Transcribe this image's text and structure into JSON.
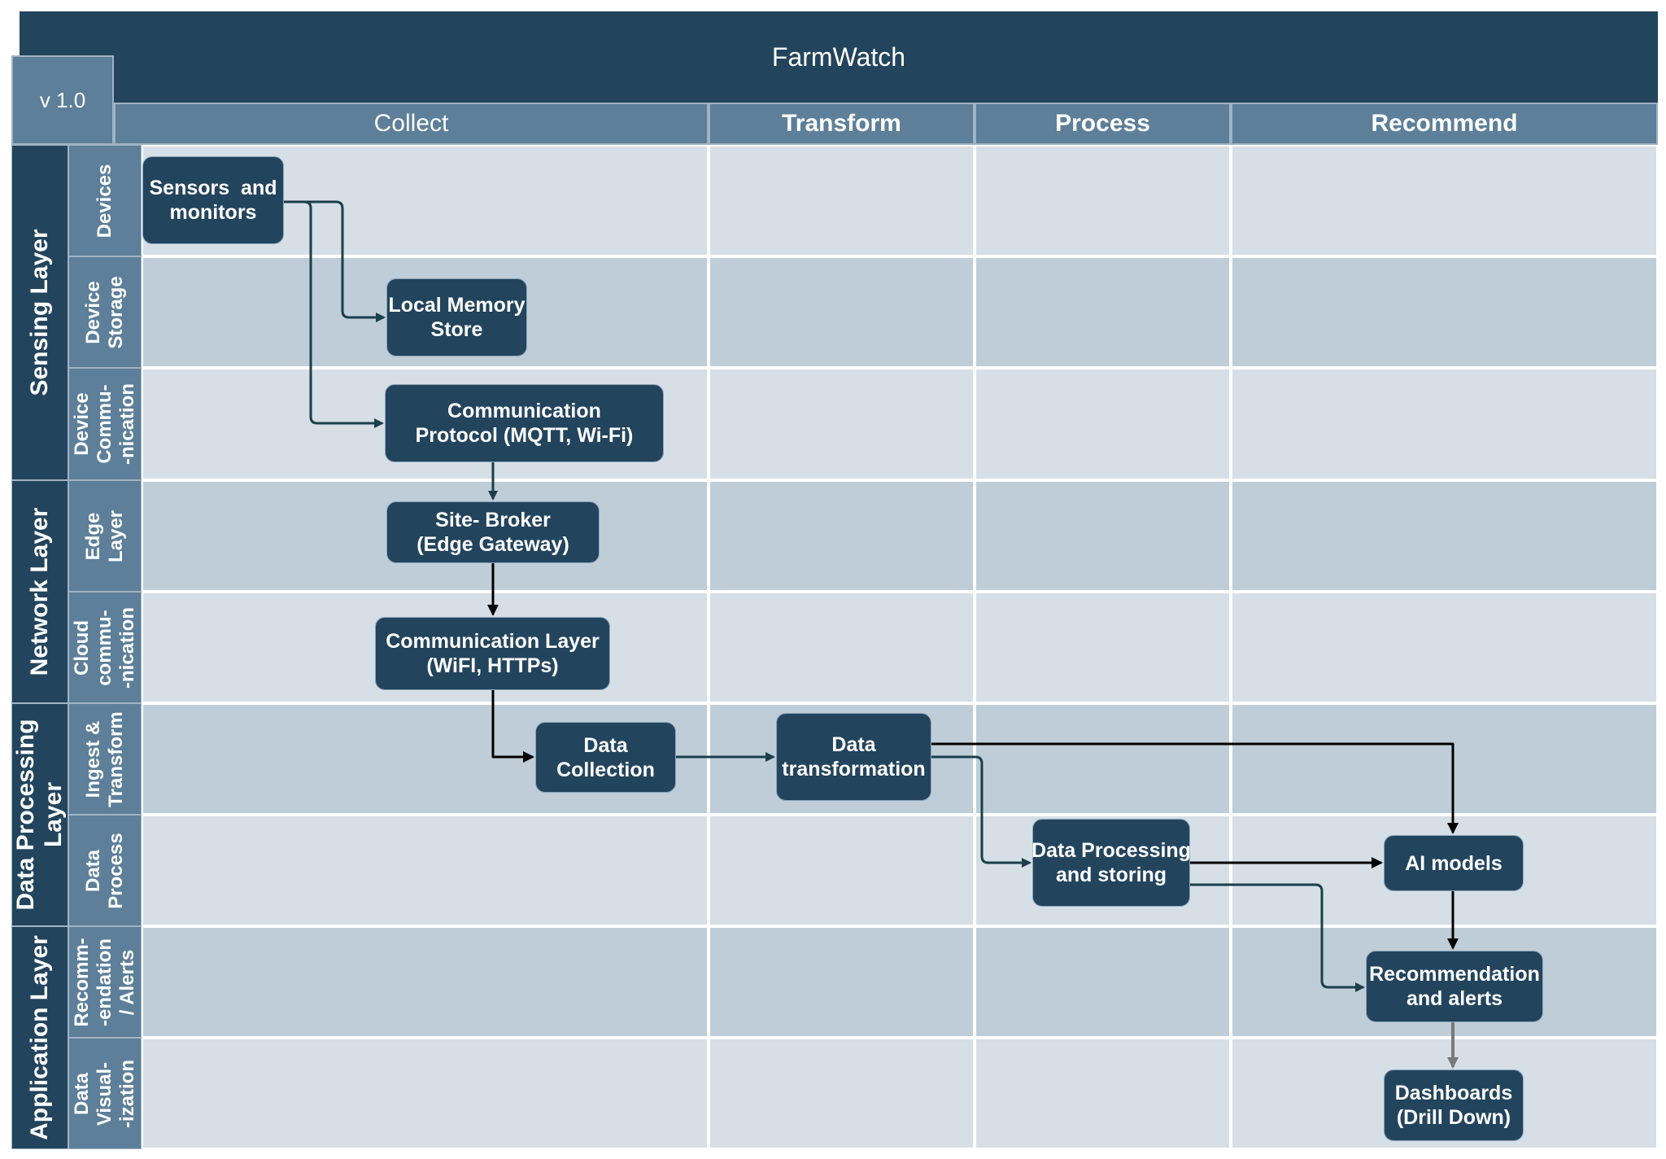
{
  "title": "FarmWatch",
  "version": "v 1.0",
  "columns": [
    "Collect",
    "Transform",
    "Process",
    "Recommend"
  ],
  "layers": [
    "Sensing Layer",
    "Network Layer",
    "Data Processing\nLayer",
    "Application Layer"
  ],
  "sublanes": [
    "Devices",
    "Device\nStorage",
    "Device\nCommu-\n-nication",
    "Edge\nLayer",
    "Cloud\ncommu-\n-nication",
    "Ingest &\nTransform",
    "Data\nProcess",
    "Recomm-\n-endation\n/ Alerts",
    "Data\nVisual-\n-ization"
  ],
  "nodes": {
    "sensors": "Sensors  and\nmonitors",
    "local_memory": "Local Memory\nStore",
    "comm_protocol": "Communication\nProtocol (MQTT, Wi-Fi)",
    "site_broker": "Site- Broker\n(Edge Gateway)",
    "comm_layer": "Communication Layer\n(WiFI, HTTPs)",
    "data_collection": "Data\nCollection",
    "data_transformation": "Data\ntransformation",
    "data_processing": "Data Processing\nand storing",
    "ai_models": "AI models",
    "recommendation": "Recommendation\nand alerts",
    "dashboards": "Dashboards\n(Drill Down)"
  },
  "colors": {
    "dark": "#23445d",
    "mid": "#5d7f99",
    "light_row": "#d6dee6",
    "dark_row": "#bfcdd8",
    "arrow_dark": "#1a3f4a",
    "arrow_black": "#000000",
    "arrow_gray": "#7a7a7a"
  }
}
